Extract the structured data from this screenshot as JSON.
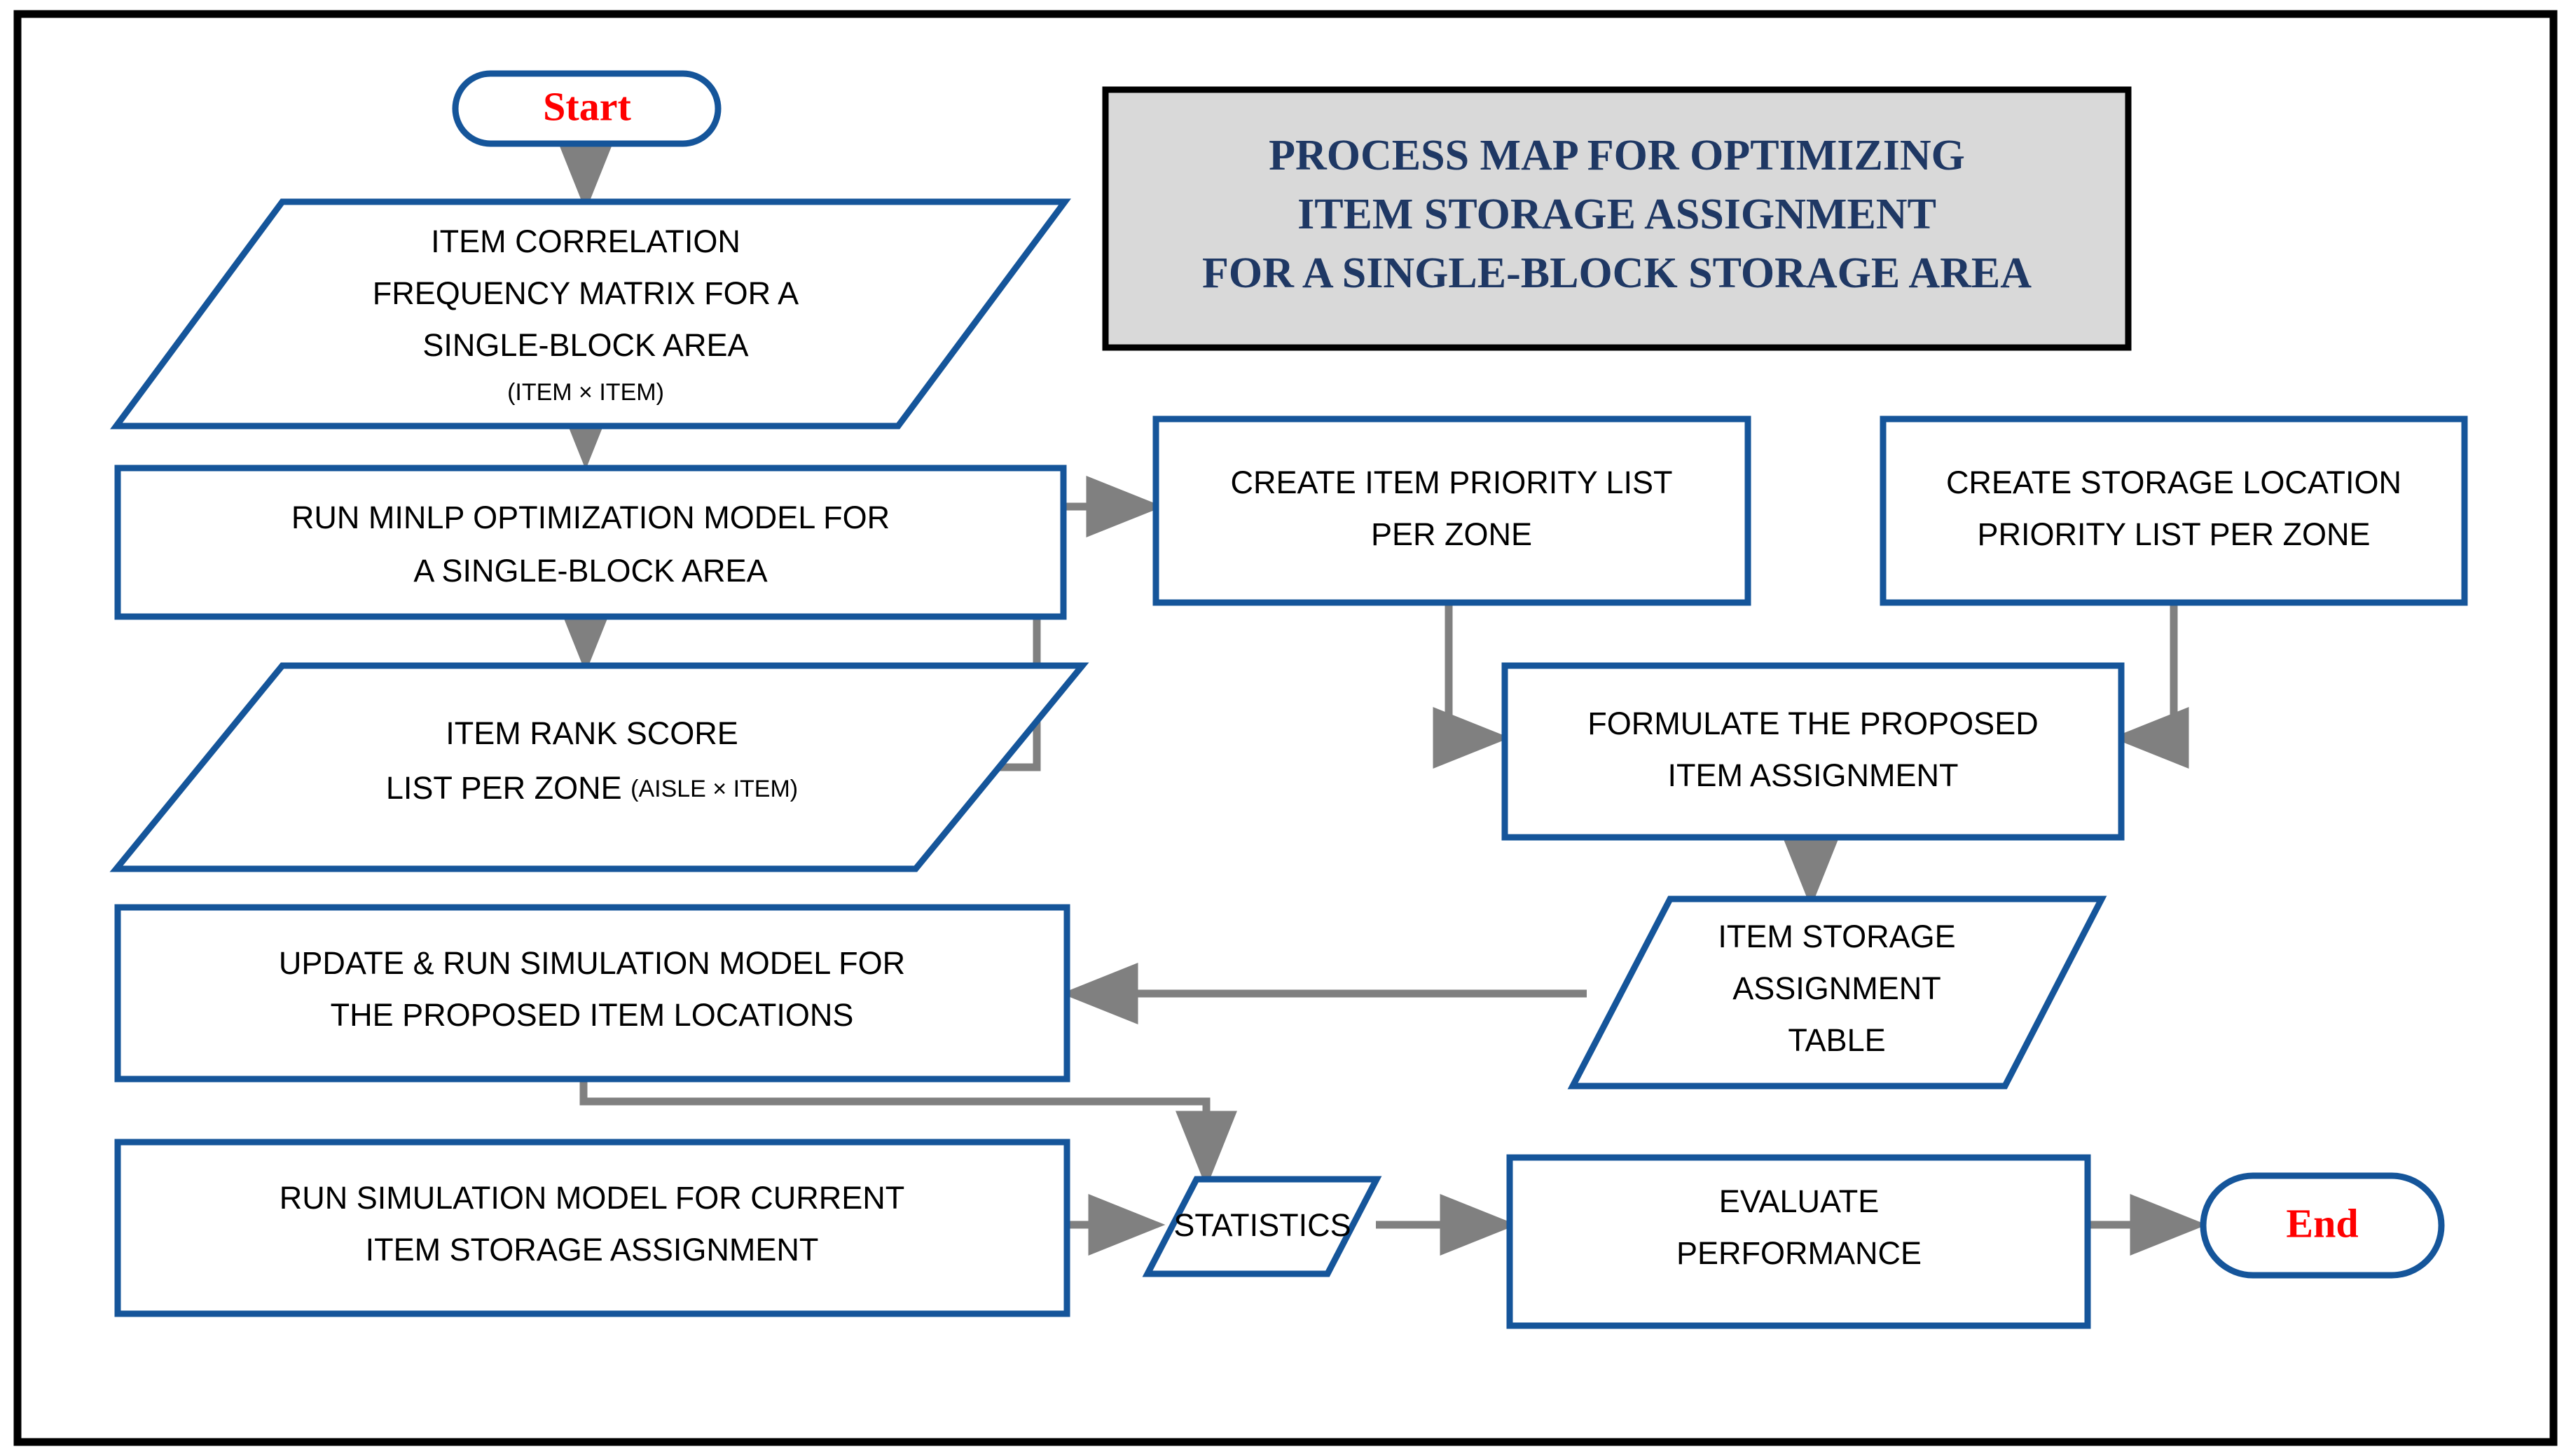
{
  "diagram": {
    "title_box": {
      "lines": [
        "PROCESS MAP FOR OPTIMIZING",
        "ITEM STORAGE ASSIGNMENT",
        "FOR  A SINGLE-BLOCK STORAGE AREA"
      ],
      "fill_color": "#d9d9d9",
      "text_color": "#1f3864",
      "border_color": "#000000"
    },
    "colors": {
      "shape_border": "#15559a",
      "shape_fill": "#ffffff",
      "connector": "#808080",
      "terminator_text": "#ff0000",
      "frame": "#000000"
    },
    "nodes": [
      {
        "id": "start",
        "type": "terminator",
        "label": "Start"
      },
      {
        "id": "item-correlation-matrix",
        "type": "data-parallelogram",
        "lines": [
          "ITEM CORRELATION",
          "FREQUENCY MATRIX FOR A",
          "SINGLE-BLOCK AREA"
        ],
        "note": "(ITEM × ITEM)"
      },
      {
        "id": "run-minlp-model",
        "type": "process-box",
        "lines": [
          "RUN MINLP OPTIMIZATION MODEL FOR",
          "A SINGLE-BLOCK AREA"
        ]
      },
      {
        "id": "item-rank-score-list",
        "type": "data-parallelogram",
        "lines": [
          "ITEM RANK SCORE"
        ],
        "line2_main": "LIST PER ZONE ",
        "line2_note": "(AISLE × ITEM)"
      },
      {
        "id": "create-item-priority-list",
        "type": "process-box",
        "lines": [
          "CREATE ITEM PRIORITY LIST",
          "PER ZONE"
        ]
      },
      {
        "id": "create-storage-location-priority-list",
        "type": "process-box",
        "lines": [
          "CREATE STORAGE LOCATION",
          "PRIORITY LIST PER ZONE"
        ]
      },
      {
        "id": "formulate-proposed-item-assignment",
        "type": "process-box",
        "lines": [
          "FORMULATE THE PROPOSED",
          "ITEM ASSIGNMENT"
        ]
      },
      {
        "id": "item-storage-assignment-table",
        "type": "data-parallelogram",
        "lines": [
          "ITEM STORAGE",
          "ASSIGNMENT",
          "TABLE"
        ]
      },
      {
        "id": "update-run-simulation-proposed",
        "type": "process-box",
        "lines": [
          "UPDATE & RUN SIMULATION MODEL FOR",
          "THE PROPOSED ITEM LOCATIONS"
        ]
      },
      {
        "id": "run-simulation-current",
        "type": "process-box",
        "lines": [
          "RUN SIMULATION MODEL FOR CURRENT",
          "ITEM STORAGE ASSIGNMENT"
        ]
      },
      {
        "id": "statistics",
        "type": "data-parallelogram",
        "lines": [
          "STATISTICS"
        ]
      },
      {
        "id": "evaluate-performance",
        "type": "process-box",
        "lines": [
          "EVALUATE",
          "PERFORMANCE"
        ]
      },
      {
        "id": "end",
        "type": "terminator",
        "label": "End"
      }
    ],
    "connectors": [
      {
        "from": "start",
        "to": "item-correlation-matrix"
      },
      {
        "from": "item-correlation-matrix",
        "to": "run-minlp-model"
      },
      {
        "from": "run-minlp-model",
        "to": "item-rank-score-list"
      },
      {
        "from": "item-rank-score-list",
        "to": "create-item-priority-list"
      },
      {
        "from": "create-item-priority-list",
        "to": "formulate-proposed-item-assignment"
      },
      {
        "from": "create-storage-location-priority-list",
        "to": "formulate-proposed-item-assignment"
      },
      {
        "from": "formulate-proposed-item-assignment",
        "to": "item-storage-assignment-table"
      },
      {
        "from": "item-storage-assignment-table",
        "to": "update-run-simulation-proposed"
      },
      {
        "from": "update-run-simulation-proposed",
        "to": "statistics"
      },
      {
        "from": "run-simulation-current",
        "to": "statistics"
      },
      {
        "from": "statistics",
        "to": "evaluate-performance"
      },
      {
        "from": "evaluate-performance",
        "to": "end"
      }
    ]
  }
}
